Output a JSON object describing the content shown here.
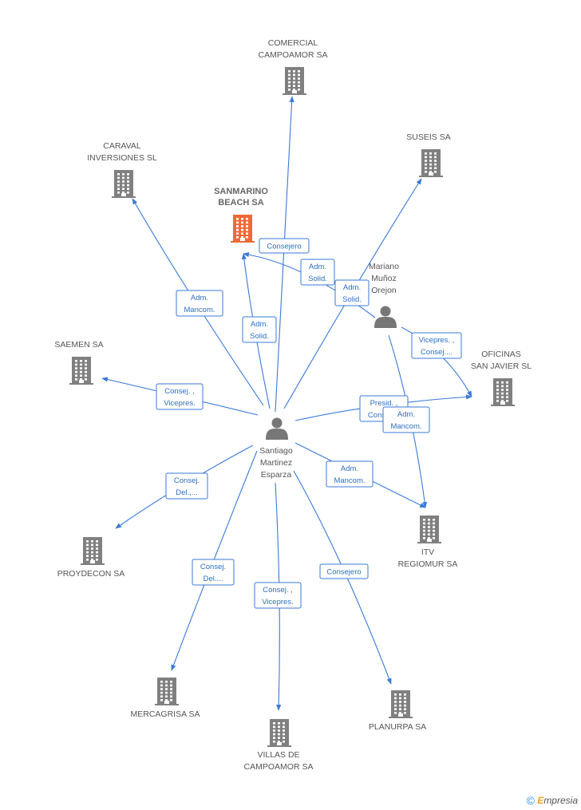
{
  "colors": {
    "edge": "#3a7ad8",
    "company": "#808080",
    "focus_company": "#f06a35",
    "person": "#777777",
    "label_text": "#2e6fc2"
  },
  "icons": {
    "company": "building-icon",
    "person": "person-icon"
  },
  "nodes": [
    {
      "id": "sanmarino",
      "type": "company",
      "focus": true,
      "label": [
        "SANMARINO",
        "BEACH SA"
      ]
    },
    {
      "id": "comercial",
      "type": "company",
      "label": [
        "COMERCIAL",
        "CAMPOAMOR SA"
      ]
    },
    {
      "id": "caraval",
      "type": "company",
      "label": [
        "CARAVAL",
        "INVERSIONES SL"
      ]
    },
    {
      "id": "suseis",
      "type": "company",
      "label": [
        "SUSEIS SA"
      ]
    },
    {
      "id": "saemen",
      "type": "company",
      "label": [
        "SAEMEN SA"
      ]
    },
    {
      "id": "oficinas",
      "type": "company",
      "label": [
        "OFICINAS",
        "SAN JAVIER SL"
      ]
    },
    {
      "id": "proydecon",
      "type": "company",
      "label": [
        "PROYDECON SA"
      ]
    },
    {
      "id": "itv",
      "type": "company",
      "label": [
        "ITV",
        "REGIOMUR SA"
      ]
    },
    {
      "id": "mercagrisa",
      "type": "company",
      "label": [
        "MERCAGRISA SA"
      ]
    },
    {
      "id": "villas",
      "type": "company",
      "label": [
        "VILLAS DE",
        "CAMPOAMOR SA"
      ]
    },
    {
      "id": "planurpa",
      "type": "company",
      "label": [
        "PLANURPA SA"
      ]
    },
    {
      "id": "santiago",
      "type": "person",
      "label": [
        "Santiago",
        "Martinez",
        "Esparza"
      ]
    },
    {
      "id": "mariano",
      "type": "person",
      "label": [
        "Mariano",
        "Muñoz",
        "Orejon"
      ]
    }
  ],
  "edges": [
    {
      "from": "santiago",
      "to": "comercial",
      "label": [
        "Consejero"
      ]
    },
    {
      "from": "santiago",
      "to": "caraval",
      "label": [
        "Adm.",
        "Mancom."
      ]
    },
    {
      "from": "santiago",
      "to": "sanmarino",
      "label": [
        "Adm.",
        "Solid."
      ]
    },
    {
      "from": "santiago",
      "to": "suseis",
      "label": [
        "Adm.",
        "Solid."
      ]
    },
    {
      "from": "mariano",
      "to": "sanmarino",
      "label": [
        "Adm.",
        "Solid."
      ]
    },
    {
      "from": "santiago",
      "to": "saemen",
      "label": [
        "Consej. ,",
        "Vicepres."
      ]
    },
    {
      "from": "mariano",
      "to": "oficinas",
      "label": [
        "Vicepres. ,",
        "Consej...."
      ]
    },
    {
      "from": "santiago",
      "to": "oficinas",
      "label": [
        "Presid. ,",
        "Consej...."
      ]
    },
    {
      "from": "mariano",
      "to": "itv",
      "label": [
        "Adm.",
        "Mancom."
      ]
    },
    {
      "from": "santiago",
      "to": "proydecon",
      "label": [
        "Consej.",
        "Del.,..."
      ]
    },
    {
      "from": "santiago",
      "to": "itv",
      "label": [
        "Adm.",
        "Mancom."
      ]
    },
    {
      "from": "santiago",
      "to": "mercagrisa",
      "label": [
        "Consej.",
        "Del...."
      ]
    },
    {
      "from": "santiago",
      "to": "villas",
      "label": [
        "Consej. ,",
        "Vicepres."
      ]
    },
    {
      "from": "santiago",
      "to": "planurpa",
      "label": [
        "Consejero"
      ]
    }
  ],
  "brand": {
    "symbol": "©",
    "initial": "E",
    "rest": "mpresia"
  }
}
